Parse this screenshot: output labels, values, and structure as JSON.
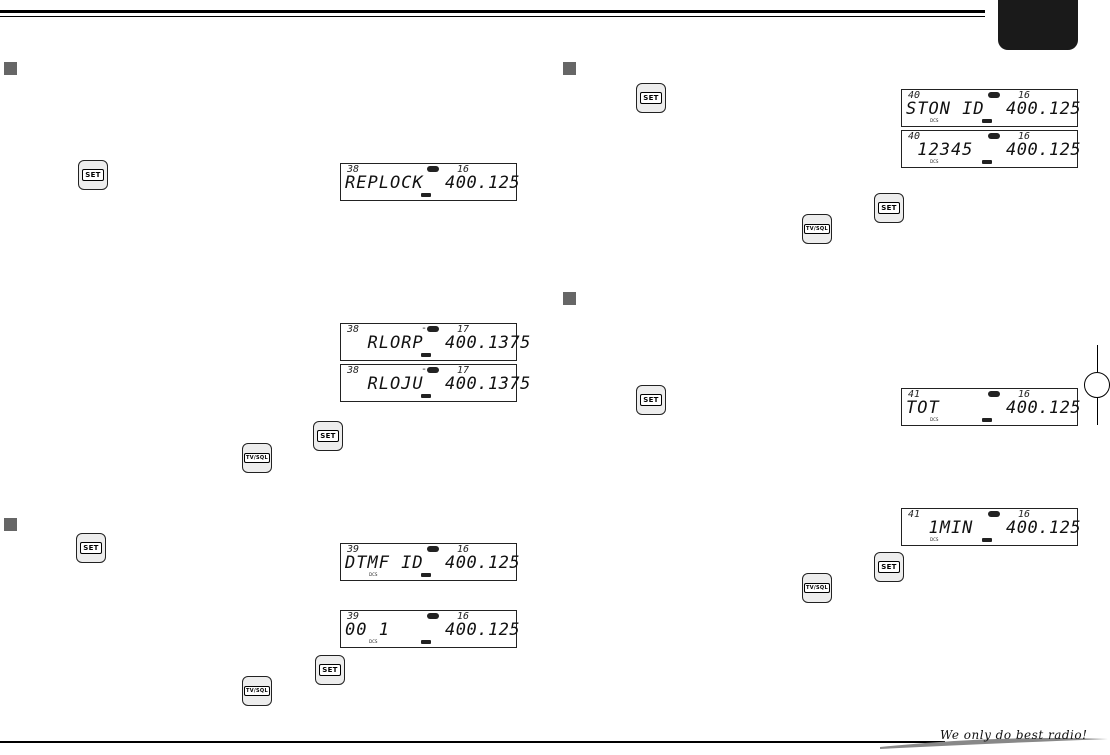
{
  "keys": {
    "set_label": "SET",
    "tvsql_label": "TV/SQL"
  },
  "displays": [
    {
      "id": "replock",
      "ch": "38",
      "main": "REPLOCK",
      "num": "16",
      "freq": "400.125",
      "dash": "",
      "dcs": ""
    },
    {
      "id": "rlorp",
      "ch": "38",
      "main": "  RLORP",
      "num": "17",
      "freq": "400.1375",
      "dash": "-",
      "dcs": ""
    },
    {
      "id": "rloju",
      "ch": "38",
      "main": "  RLOJU",
      "num": "17",
      "freq": "400.1375",
      "dash": "-",
      "dcs": ""
    },
    {
      "id": "dtmf-id",
      "ch": "39",
      "main": "DTMF ID",
      "num": "16",
      "freq": "400.125",
      "dash": "",
      "dcs": "DCS"
    },
    {
      "id": "dtmf-001",
      "ch": "39",
      "main": "00 1",
      "num": "16",
      "freq": "400.125",
      "dash": "",
      "dcs": "DCS"
    },
    {
      "id": "ston-id",
      "ch": "40",
      "main": "STON ID",
      "num": "16",
      "freq": "400.125",
      "dash": "",
      "dcs": "DCS"
    },
    {
      "id": "ston-12345",
      "ch": "40",
      "main": " 12345",
      "num": "16",
      "freq": "400.125",
      "dash": "",
      "dcs": "DCS"
    },
    {
      "id": "tot",
      "ch": "41",
      "main": "TOT",
      "num": "16",
      "freq": "400.125",
      "dash": "",
      "dcs": "DCS"
    },
    {
      "id": "tot-1min",
      "ch": "41",
      "main": "  1MIN",
      "num": "16",
      "freq": "400.125",
      "dash": "",
      "dcs": "DCS"
    }
  ],
  "footer": {
    "slogan": "We only do best radio!"
  }
}
